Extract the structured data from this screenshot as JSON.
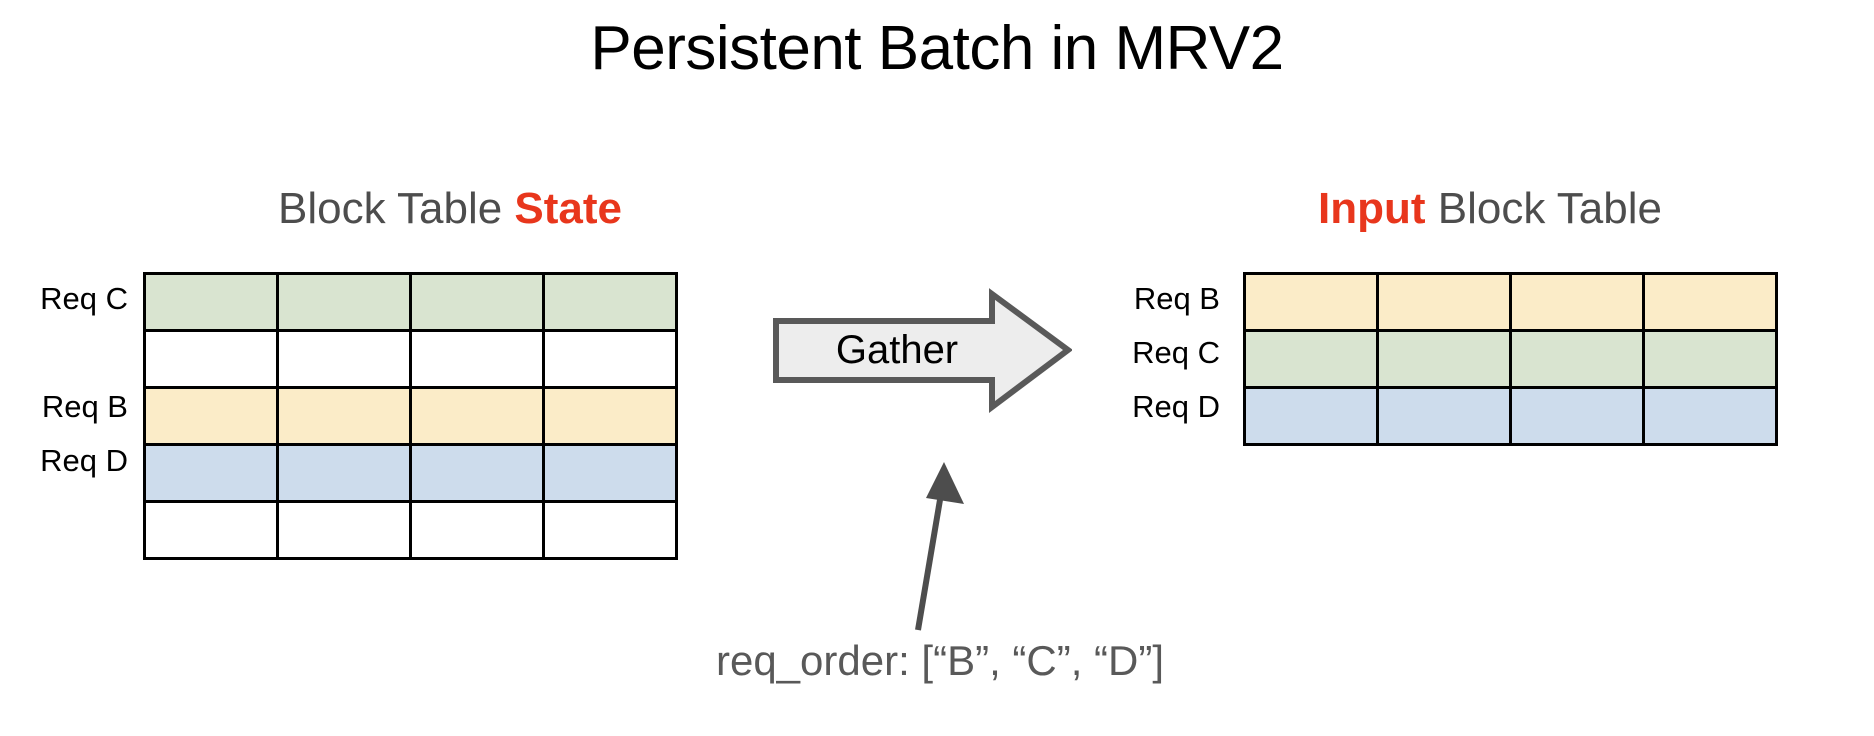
{
  "slide": {
    "title": "Persistent Batch in MRV2",
    "background_color": "#ffffff",
    "title_color": "#000000"
  },
  "headings": {
    "left": {
      "plain_prefix": "Block Table ",
      "accent": "State",
      "accent_color": "#e8361c",
      "plain_color": "#4d4d4d"
    },
    "right": {
      "accent": "Input",
      "plain_suffix": " Block Table",
      "accent_color": "#e8361c",
      "plain_color": "#4d4d4d"
    }
  },
  "colors": {
    "green": "#d9e4d0",
    "yellow": "#fbecc8",
    "blue": "#cddcec",
    "empty": "#ffffff",
    "cell_border": "#000000",
    "arrow_fill": "#ededed",
    "arrow_stroke": "#595959",
    "annotation": "#4d4d4d"
  },
  "block_table_state": {
    "columns": 4,
    "rows": [
      {
        "label": "Req C",
        "fill": "green",
        "has_label": true
      },
      {
        "label": "",
        "fill": "empty",
        "has_label": false
      },
      {
        "label": "Req B",
        "fill": "yellow",
        "has_label": true
      },
      {
        "label": "Req D",
        "fill": "blue",
        "has_label": true
      },
      {
        "label": "",
        "fill": "empty",
        "has_label": false
      }
    ]
  },
  "input_block_table": {
    "columns": 4,
    "rows": [
      {
        "label": "Req B",
        "fill": "yellow",
        "has_label": true
      },
      {
        "label": "Req C",
        "fill": "green",
        "has_label": true
      },
      {
        "label": "Req D",
        "fill": "blue",
        "has_label": true
      }
    ]
  },
  "gather": {
    "label": "Gather"
  },
  "annotation": {
    "caption": "req_order: [“B”, “C”, “D”]"
  }
}
